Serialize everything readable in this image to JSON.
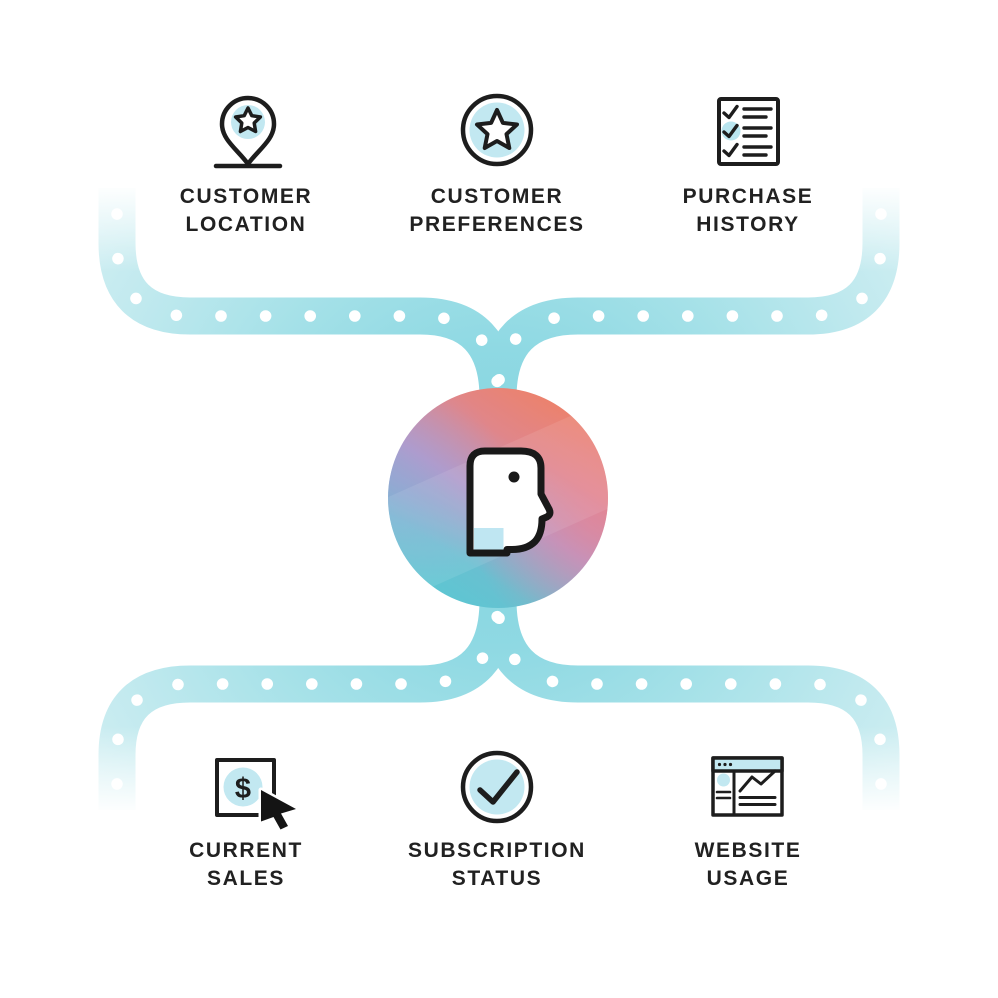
{
  "diagram": {
    "dollar_symbol": "$",
    "top_sources": [
      {
        "id": "customer-location",
        "label_line1": "CUSTOMER",
        "label_line2": "LOCATION",
        "icon": "location-pin-star-icon"
      },
      {
        "id": "customer-preferences",
        "label_line1": "CUSTOMER",
        "label_line2": "PREFERENCES",
        "icon": "star-circle-icon"
      },
      {
        "id": "purchase-history",
        "label_line1": "PURCHASE",
        "label_line2": "HISTORY",
        "icon": "checklist-icon"
      }
    ],
    "bottom_sources": [
      {
        "id": "current-sales",
        "label_line1": "CURRENT",
        "label_line2": "SALES",
        "icon": "dollar-cursor-icon"
      },
      {
        "id": "subscription-status",
        "label_line1": "SUBSCRIPTION",
        "label_line2": "STATUS",
        "icon": "check-circle-icon"
      },
      {
        "id": "website-usage",
        "label_line1": "WEBSITE",
        "label_line2": "USAGE",
        "icon": "browser-analytics-icon"
      }
    ],
    "colors": {
      "pipe": "#9ddfe8",
      "pipe_dot": "#ffffff",
      "icon_accent_fill": "#c2e8f1",
      "icon_stroke": "#1d1d1d",
      "label_text": "#212121",
      "orb_coral": "#ee8166",
      "orb_lavender": "#b49ac9",
      "orb_teal": "#5ac8d2"
    }
  }
}
